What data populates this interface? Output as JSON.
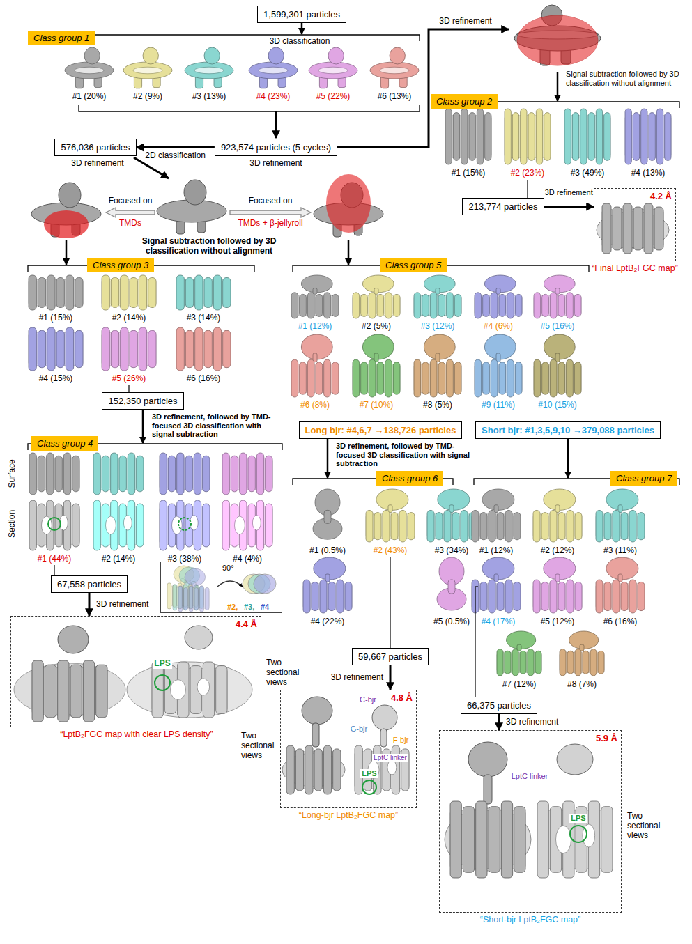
{
  "diagram": {
    "nodes": [
      {
        "text": [
          "1,599,301 particles"
        ]
      },
      {
        "text": [
          "Class group 1"
        ]
      },
      {
        "text": [
          "576,036 particles"
        ]
      },
      {
        "text": [
          "923,574 particles (5 cycles)"
        ]
      },
      {
        "text": [
          "Class group 2"
        ]
      },
      {
        "text": [
          "213,774 particles"
        ]
      },
      {
        "text": [
          "4.2 Å",
          "“Final LptB₂FGC map”"
        ]
      },
      {
        "text": [
          "Class group 3"
        ]
      },
      {
        "text": [
          "Class group 5"
        ]
      },
      {
        "text": [
          "152,350 particles"
        ]
      },
      {
        "text": [
          "Class group 4"
        ]
      },
      {
        "text": [
          "Long bjr: #4,6,7 →138,726 particles"
        ]
      },
      {
        "text": [
          "Short bjr: #1,3,5,9,10 →379,088 particles"
        ]
      },
      {
        "text": [
          "Class group 6"
        ]
      },
      {
        "text": [
          "Class group 7"
        ]
      },
      {
        "text": [
          "90°",
          "#2,",
          "#3,",
          "#4"
        ]
      },
      {
        "text": [
          "67,558 particles"
        ]
      },
      {
        "text": [
          "59,667 particles"
        ]
      },
      {
        "text": [
          "66,375 particles"
        ]
      },
      {
        "text": [
          "4.4 Å",
          "“LptB₂FGC map with clear LPS density”"
        ]
      },
      {
        "text": [
          "4.8 Å",
          "“Long-bjr LptB₂FGC map”"
        ]
      },
      {
        "text": [
          "5.9 Å",
          "“Short-bjr LptB₂FGC map”"
        ]
      }
    ],
    "edges": [
      {
        "from": 3,
        "to": 2,
        "arrow": "to",
        "label": "2D classification"
      },
      {
        "from": 5,
        "to": 6,
        "arrow": "to",
        "label": "3D refinement"
      },
      {
        "from": 16,
        "to": 19,
        "arrow": "to",
        "label": "3D refinement"
      },
      {
        "from": 17,
        "to": 20,
        "arrow": "to",
        "label": "3D refinement"
      },
      {
        "from": 18,
        "to": 21,
        "arrow": "to",
        "label": "3D refinement"
      }
    ],
    "labels": [
      "3D classification",
      "#1 (20%)",
      "#2 (9%)",
      "#3 (13%)",
      "#4 (23%)",
      "#5 (22%)",
      "#6 (13%)",
      "3D refinement",
      "3D refinement",
      "3D refinement",
      "Signal subtraction followed by 3D classification without alignment",
      "#1 (15%)",
      "#2 (23%)",
      "#3 (49%)",
      "#4 (13%)",
      "Focused on",
      "TMDs",
      "Focused on",
      "TMDs + β-jellyroll",
      "Signal subtraction followed by 3D classification without alignment",
      "#1 (15%)",
      "#2 (14%)",
      "#3 (14%)",
      "#4 (15%)",
      "#5 (26%)",
      "#6 (16%)",
      "3D refinement, followed by TMD-focused 3D classification with signal subtraction",
      "Surface",
      "Section",
      "#1 (44%)",
      "#2 (14%)",
      "#3 (38%)",
      "#4 (4%)",
      "LPS",
      "Two sectional views",
      "#1 (12%)",
      "#2 (5%)",
      "#3 (12%)",
      "#4 (6%)",
      "#5 (16%)",
      "#6 (8%)",
      "#7 (10%)",
      "#8 (5%)",
      "#9 (11%)",
      "#10 (15%)",
      "3D refinement, followed by TMD-focused 3D classification with signal subtraction",
      "#1 (0.5%)",
      "#2 (43%)",
      "#3 (34%)",
      "#4 (22%)",
      "#5 (0.5%)",
      "C-bjr",
      "G-bjr",
      "F-bjr",
      "LptC linker",
      "LPS",
      "Two sectional views",
      "#1 (12%)",
      "#2 (12%)",
      "#3 (11%)",
      "#4 (17%)",
      "#5 (12%)",
      "#6 (16%)",
      "#7 (12%)",
      "#8 (7%)",
      "LptC linker",
      "LPS",
      "Two sectional views"
    ]
  }
}
